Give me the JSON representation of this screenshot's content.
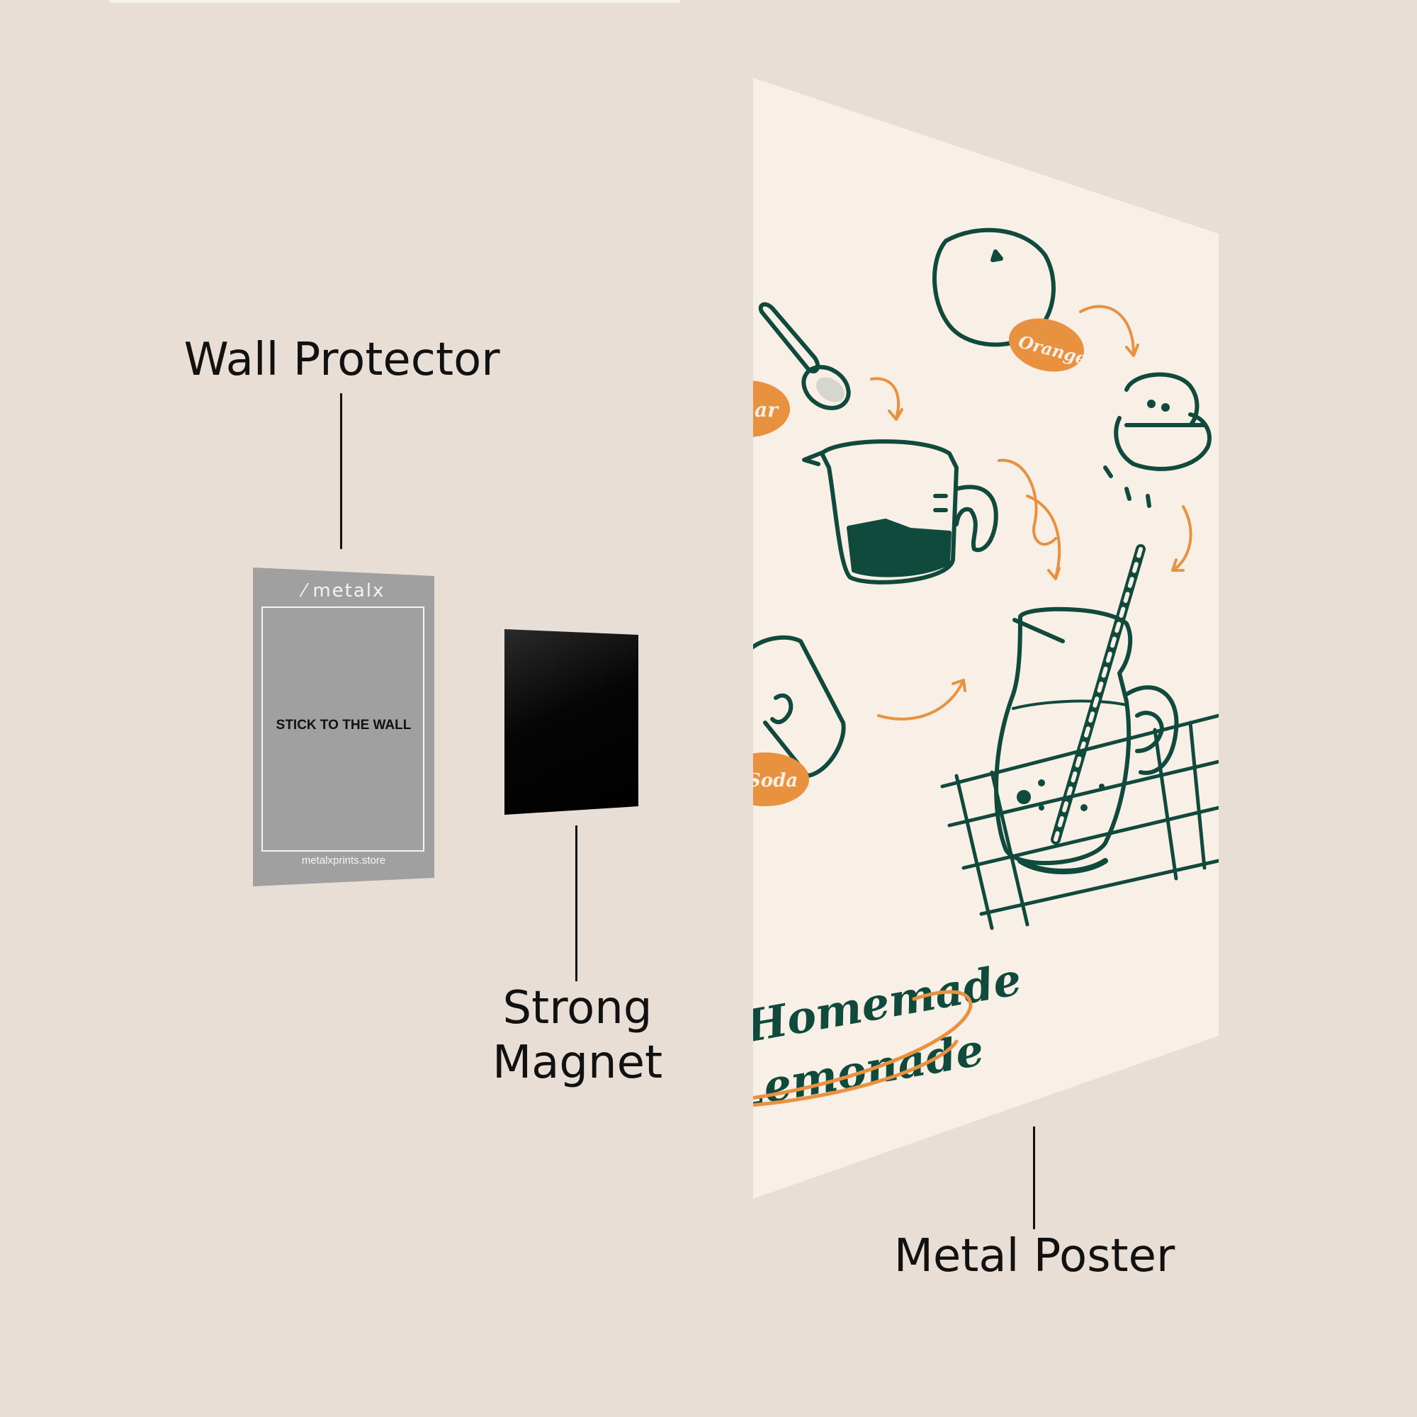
{
  "labels": {
    "wall_protector": "Wall Protector",
    "strong_magnet_line1": "Strong",
    "strong_magnet_line2": "Magnet",
    "metal_poster": "Metal Poster"
  },
  "wall_protector_card": {
    "brand": "metalx",
    "instruction": "STICK TO THE WALL",
    "url": "metalxprints.store"
  },
  "poster_art": {
    "tag_orange": "Orange",
    "tag_sugar": "ar",
    "tag_soda": "Soda",
    "title_line1": "Homemade",
    "title_line2": "Lemonade"
  },
  "colors": {
    "background": "#e9ded6",
    "poster": "#f8efe7",
    "ink_green": "#0f4a3c",
    "accent_orange": "#e8913f",
    "protector_gray": "#a0a0a0",
    "magnet_black": "#050505"
  },
  "icons": [
    "orange-icon",
    "spoon-icon",
    "measuring-jug-icon",
    "juicer-icon",
    "soda-can-icon",
    "lemonade-pitcher-icon",
    "straw-icon",
    "arrow-icon"
  ]
}
